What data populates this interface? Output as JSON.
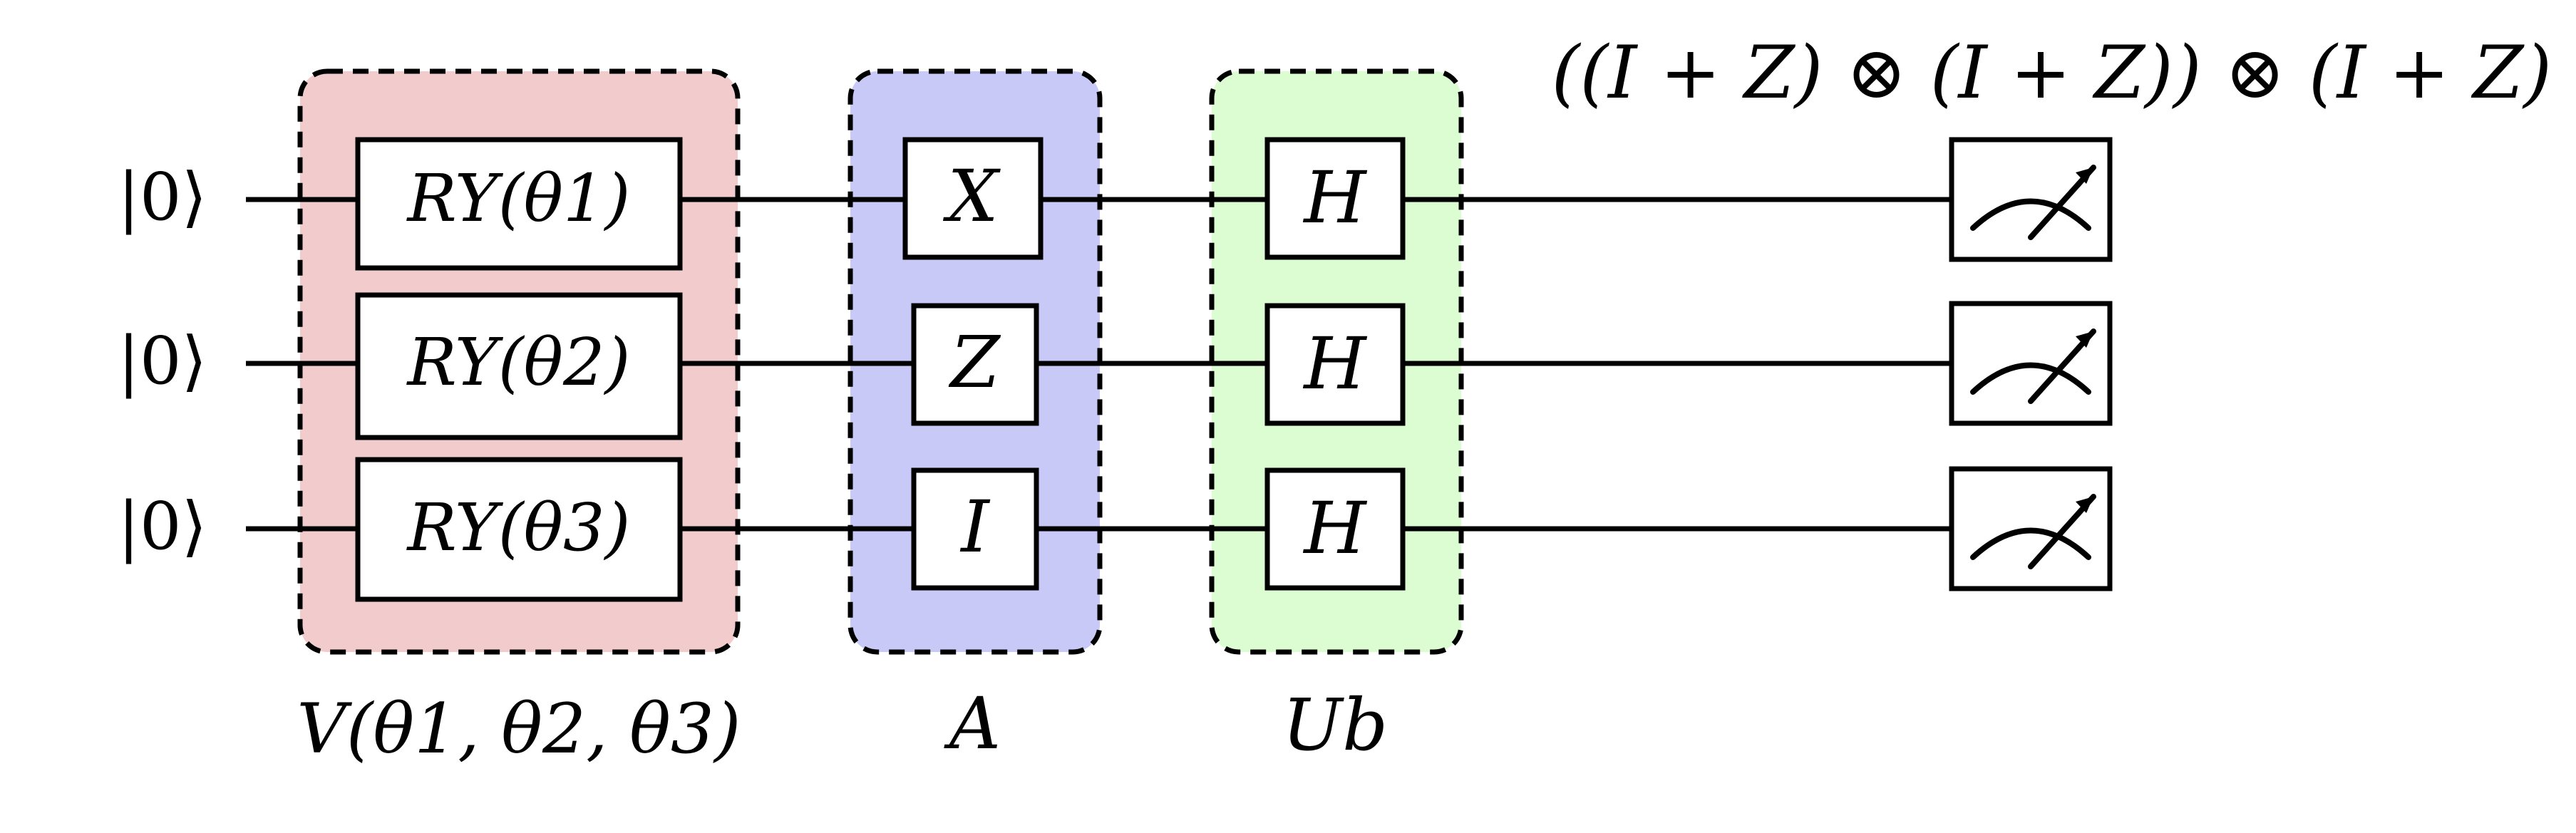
{
  "colors": {
    "variational_block": "#f2cccc",
    "a_block": "#c9c9f7",
    "ub_block": "#dcfcd2",
    "ink": "#000000"
  },
  "qubits": [
    {
      "state": "|0⟩",
      "ry_gate": "RY(θ1)",
      "a_gate": "X",
      "ub_gate": "H"
    },
    {
      "state": "|0⟩",
      "ry_gate": "RY(θ2)",
      "a_gate": "Z",
      "ub_gate": "H"
    },
    {
      "state": "|0⟩",
      "ry_gate": "RY(θ3)",
      "a_gate": "I",
      "ub_gate": "H"
    }
  ],
  "blocks": {
    "variational_label": "V(θ1, θ2, θ3)",
    "a_label": "A",
    "ub_label": "Ub"
  },
  "observable_label": "((I + Z) ⊗ (I + Z)) ⊗ (I + Z)",
  "icons": {
    "measurement": "meter-icon"
  }
}
